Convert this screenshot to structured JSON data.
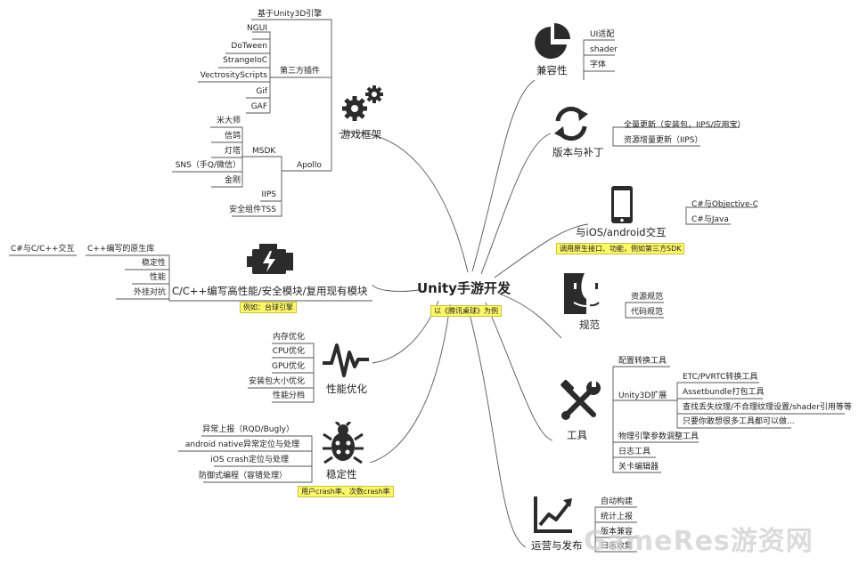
{
  "center": {
    "title": "Unity手游开发",
    "note": "以《腾讯桌球》为例"
  },
  "branches": {
    "game_framework": {
      "title": "游戏框架",
      "engine": "基于Unity3D引擎",
      "third_party": "第三方插件",
      "plugins": [
        "NGUI",
        "DoTween",
        "StrangeIoC",
        "VectrosityScripts",
        "Gif",
        "GAF"
      ],
      "apollo": "Apollo",
      "msdk": "MSDK",
      "msdk_items": [
        "米大师",
        "信鸽",
        "灯塔",
        "SNS（手Q/微信）",
        "金刚"
      ],
      "apollo_items": [
        "IIPS",
        "安全组件TSS"
      ]
    },
    "cpp": {
      "title": "C/C++编写高性能/安全模块/复用现有模块",
      "note": "例如：台球引擎",
      "native_lib": "C++编写的原生库",
      "interop": "C#与C/C++交互",
      "items": [
        "稳定性",
        "性能",
        "外挂对抗"
      ]
    },
    "performance": {
      "title": "性能优化",
      "items": [
        "内存优化",
        "CPU优化",
        "GPU优化",
        "安装包大小优化",
        "性能分档"
      ]
    },
    "stability": {
      "title": "稳定性",
      "note": "用户crash率、次数crash率",
      "items": [
        "异常上报（RQD/Bugly）",
        "android native异常定位与处理",
        "iOS crash定位与处理",
        "防御式编程（容错处理）"
      ]
    },
    "compat": {
      "title": "兼容性",
      "items": [
        "UI适配",
        "shader",
        "字体"
      ]
    },
    "version": {
      "title": "版本与补丁",
      "items": [
        "全量更新（安装包，IIPS/应用宝）",
        "资源增量更新（IIPS）"
      ]
    },
    "interop": {
      "title": "与iOS/android交互",
      "note": "调用原生接口、功能，例如第三方SDK",
      "items": [
        "C#与Objective-C",
        "C#与Java"
      ]
    },
    "standards": {
      "title": "规范",
      "items": [
        "资源规范",
        "代码规范"
      ]
    },
    "tools": {
      "title": "工具",
      "config_tool": "配置转换工具",
      "unity_ext": "Unity3D扩展",
      "ext_items": [
        "ETC/PVRTC转换工具",
        "Assetbundle打包工具",
        "查找丢失纹理/不合理纹理设置/shader引用等等",
        "只要你敢想很多工具都可以做..."
      ],
      "more": [
        "物理引擎参数调整工具",
        "日志工具",
        "关卡编辑器"
      ]
    },
    "ops": {
      "title": "运营与发布",
      "items": [
        "自动构建",
        "统计上报",
        "版本兼容",
        "日志收集"
      ]
    }
  },
  "watermark": "GameRes游资网",
  "colors": {
    "line": "#555555",
    "note_bg": "#fdf76a",
    "icon": "#2b2b2b"
  }
}
